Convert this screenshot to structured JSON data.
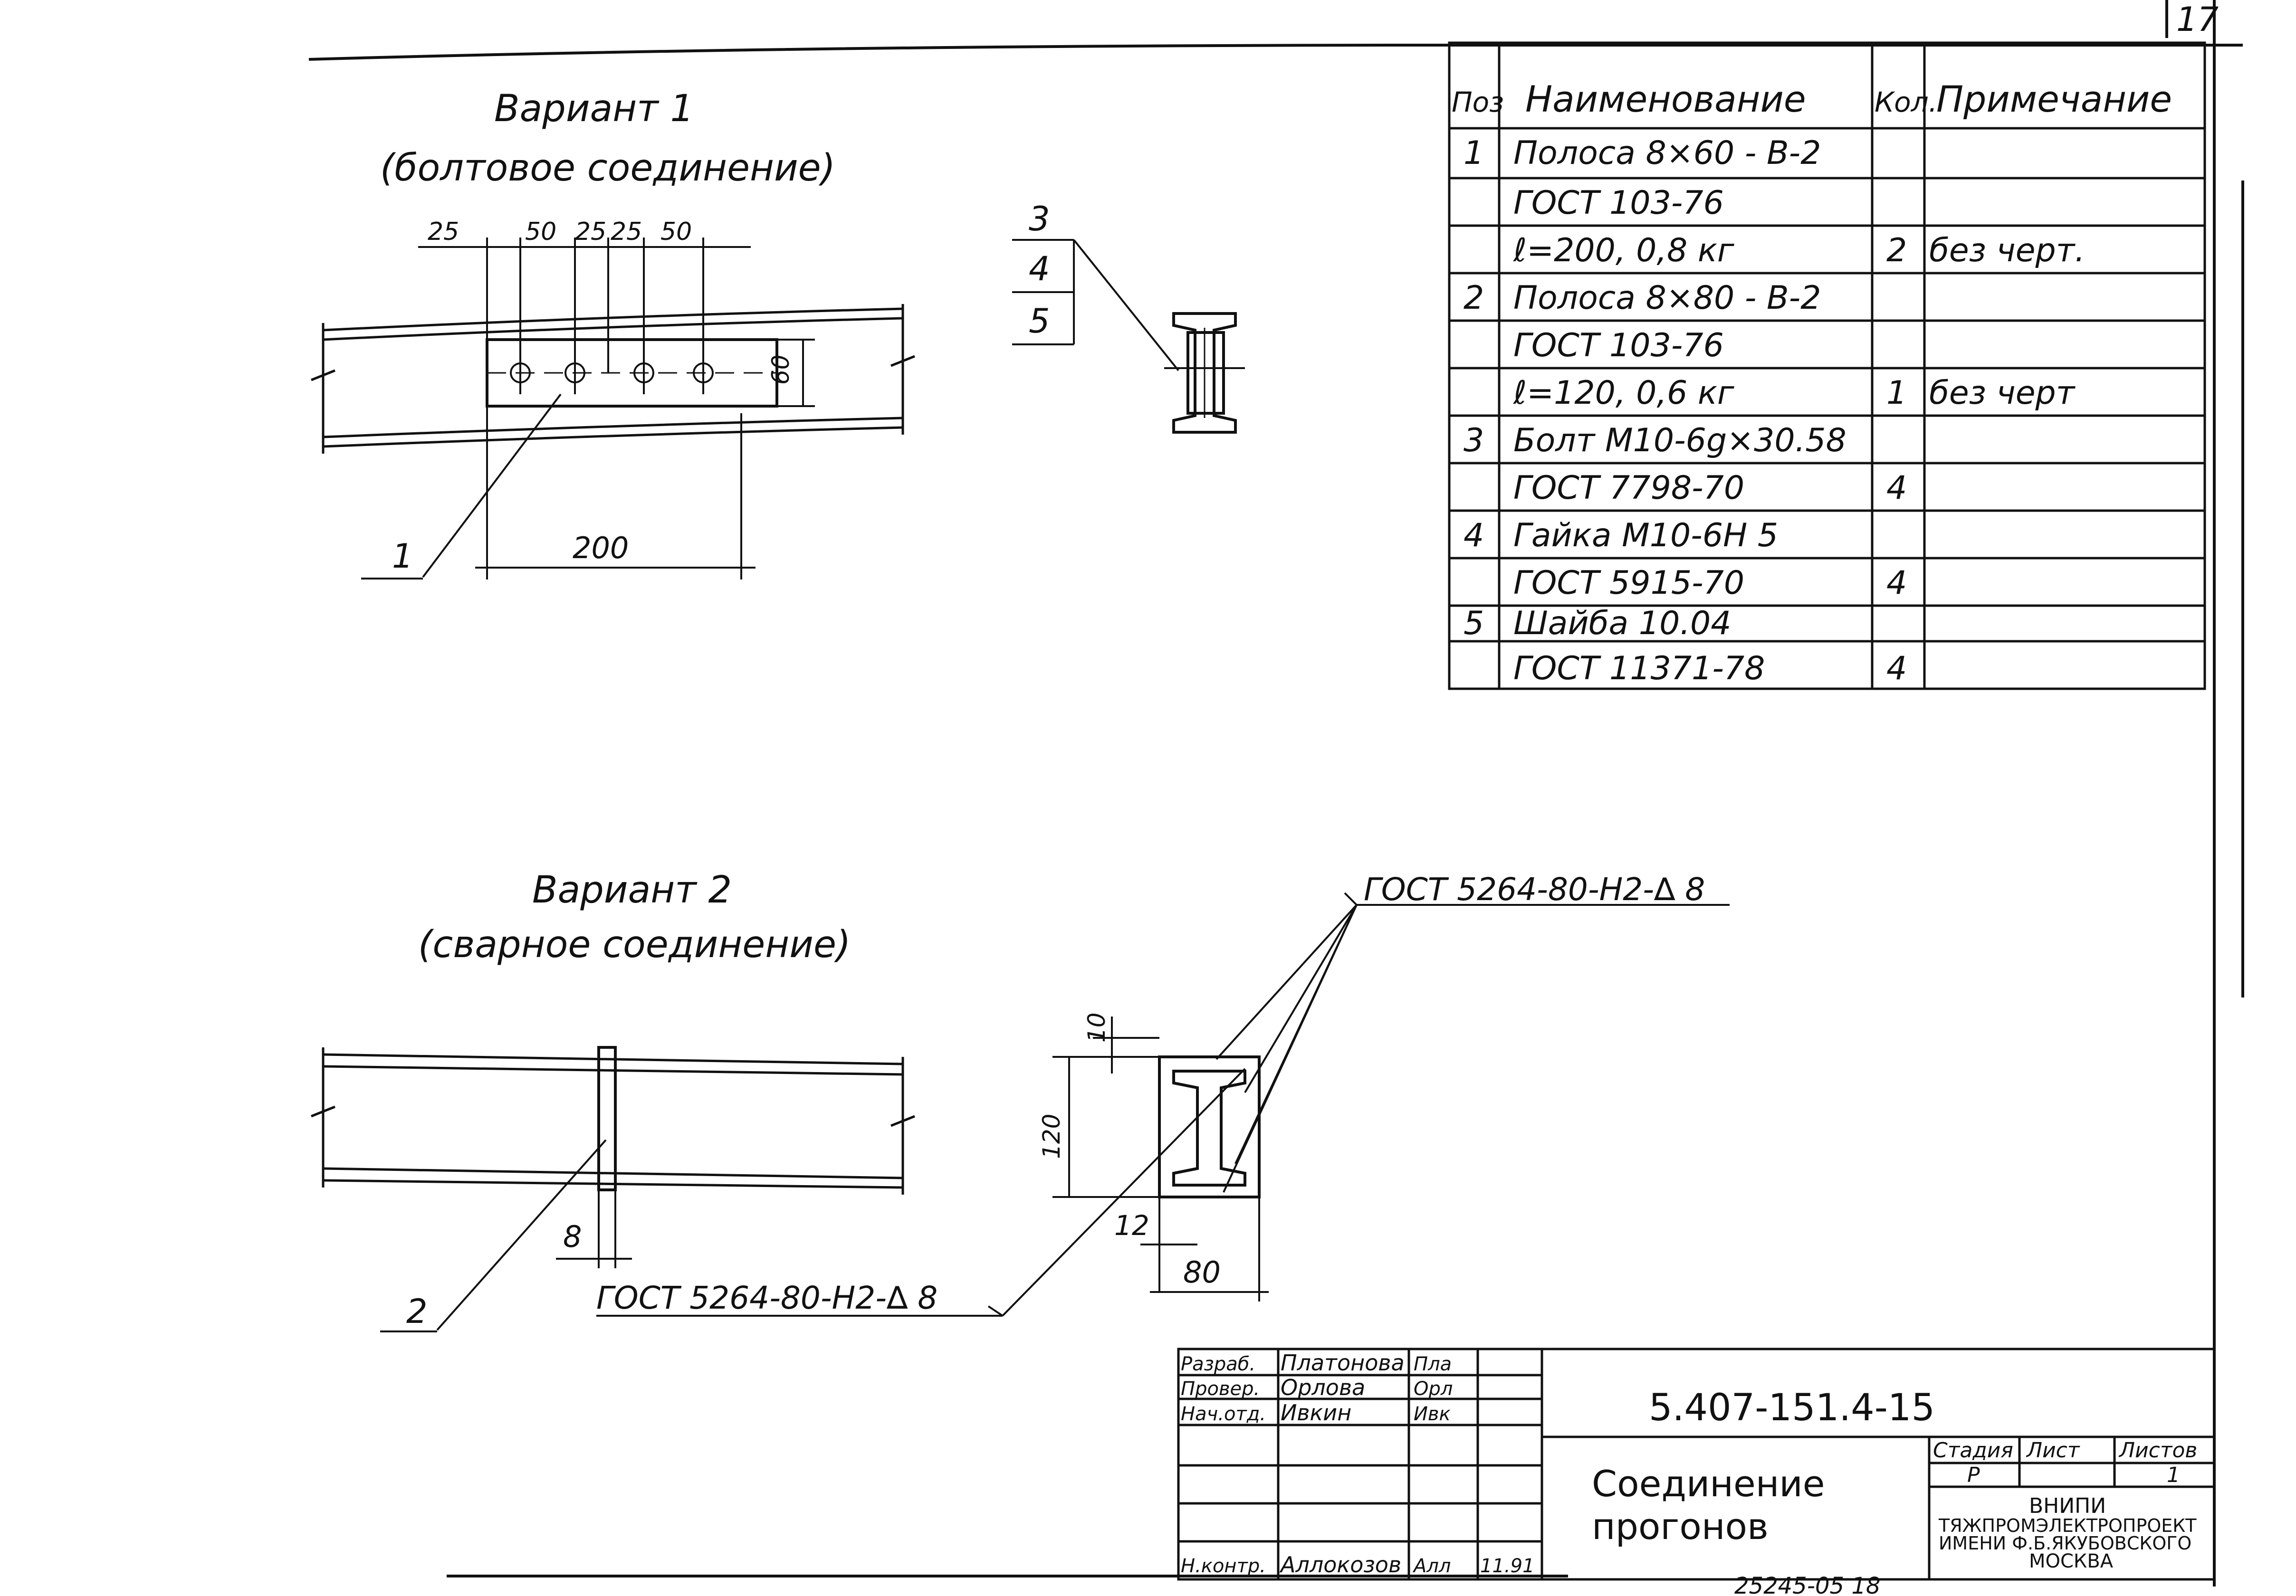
{
  "page": {
    "sheet_corner": "17"
  },
  "variant1": {
    "title": "Вариант 1",
    "subtitle": "(болтовое соединение)",
    "dims_top": [
      "25",
      "50",
      "25",
      "25",
      "50"
    ],
    "dim_height": "60",
    "dim_length": "200",
    "callout_strip": "1",
    "section_callouts": [
      "3",
      "4",
      "5"
    ]
  },
  "variant2": {
    "title": "Вариант 2",
    "subtitle": "(сварное соединение)",
    "weld_label_top": "ГОСТ 5264-80-Н2-∆ 8",
    "weld_label_bottom": "ГОСТ 5264-80-Н2-∆ 8",
    "dim_thickness": "8",
    "callout_plate": "2",
    "dim_height": "120",
    "dim_flange": "10",
    "dim_web": "12",
    "dim_width": "80"
  },
  "spec_table": {
    "headers": [
      "Поз",
      "Наименование",
      "Кол.",
      "Примечание"
    ],
    "rows": [
      {
        "pos": "1",
        "name": "Полоса 8×60 - В-2",
        "qty": "",
        "note": ""
      },
      {
        "pos": "",
        "name": "ГОСТ 103-76",
        "qty": "",
        "note": ""
      },
      {
        "pos": "",
        "name": "ℓ=200,       0,8 кг",
        "qty": "2",
        "note": "без черт."
      },
      {
        "pos": "2",
        "name": "Полоса 8×80 - В-2",
        "qty": "",
        "note": ""
      },
      {
        "pos": "",
        "name": "ГОСТ 103-76",
        "qty": "",
        "note": ""
      },
      {
        "pos": "",
        "name": "ℓ=120,         0,6 кг",
        "qty": "1",
        "note": "без черт"
      },
      {
        "pos": "3",
        "name": "Болт М10-6g×30.58",
        "qty": "",
        "note": ""
      },
      {
        "pos": "",
        "name": "ГОСТ 7798-70",
        "qty": "4",
        "note": ""
      },
      {
        "pos": "4",
        "name": "Гайка М10-6Н 5",
        "qty": "",
        "note": ""
      },
      {
        "pos": "",
        "name": "ГОСТ 5915-70",
        "qty": "4",
        "note": ""
      },
      {
        "pos": "5",
        "name": "Шайба 10.04",
        "qty": "",
        "note": ""
      },
      {
        "pos": "",
        "name": "ГОСТ 11371-78",
        "qty": "4",
        "note": ""
      }
    ]
  },
  "title_block": {
    "doc_code": "5.407-151.4-15",
    "title_line1": "Соединение",
    "title_line2": "прогонов",
    "roles": [
      {
        "role": "Разраб.",
        "name": "Платонова",
        "sign": "Пла"
      },
      {
        "role": "Провер.",
        "name": "Орлова",
        "sign": "Орл"
      },
      {
        "role": "Нач.отд.",
        "name": "Ивкин",
        "sign": "Ивк"
      },
      {
        "role": "",
        "name": "",
        "sign": ""
      },
      {
        "role": "",
        "name": "",
        "sign": ""
      },
      {
        "role": "",
        "name": "",
        "sign": ""
      },
      {
        "role": "Н.контр.",
        "name": "Аллокозов",
        "sign": "Алл",
        "date": "11.91"
      }
    ],
    "stage_header": [
      "Стадия",
      "Лист",
      "Листов"
    ],
    "stage_values": [
      "Р",
      "1",
      ""
    ],
    "org_line1": "ВНИПИ",
    "org_line2": "ТЯЖПРОМЭЛЕКТРОПРОЕКТ",
    "org_line3": "ИМЕНИ Ф.Б.ЯКУБОВСКОГО",
    "org_line4": "МОСКВА",
    "footer_number": "25245-05   18"
  }
}
